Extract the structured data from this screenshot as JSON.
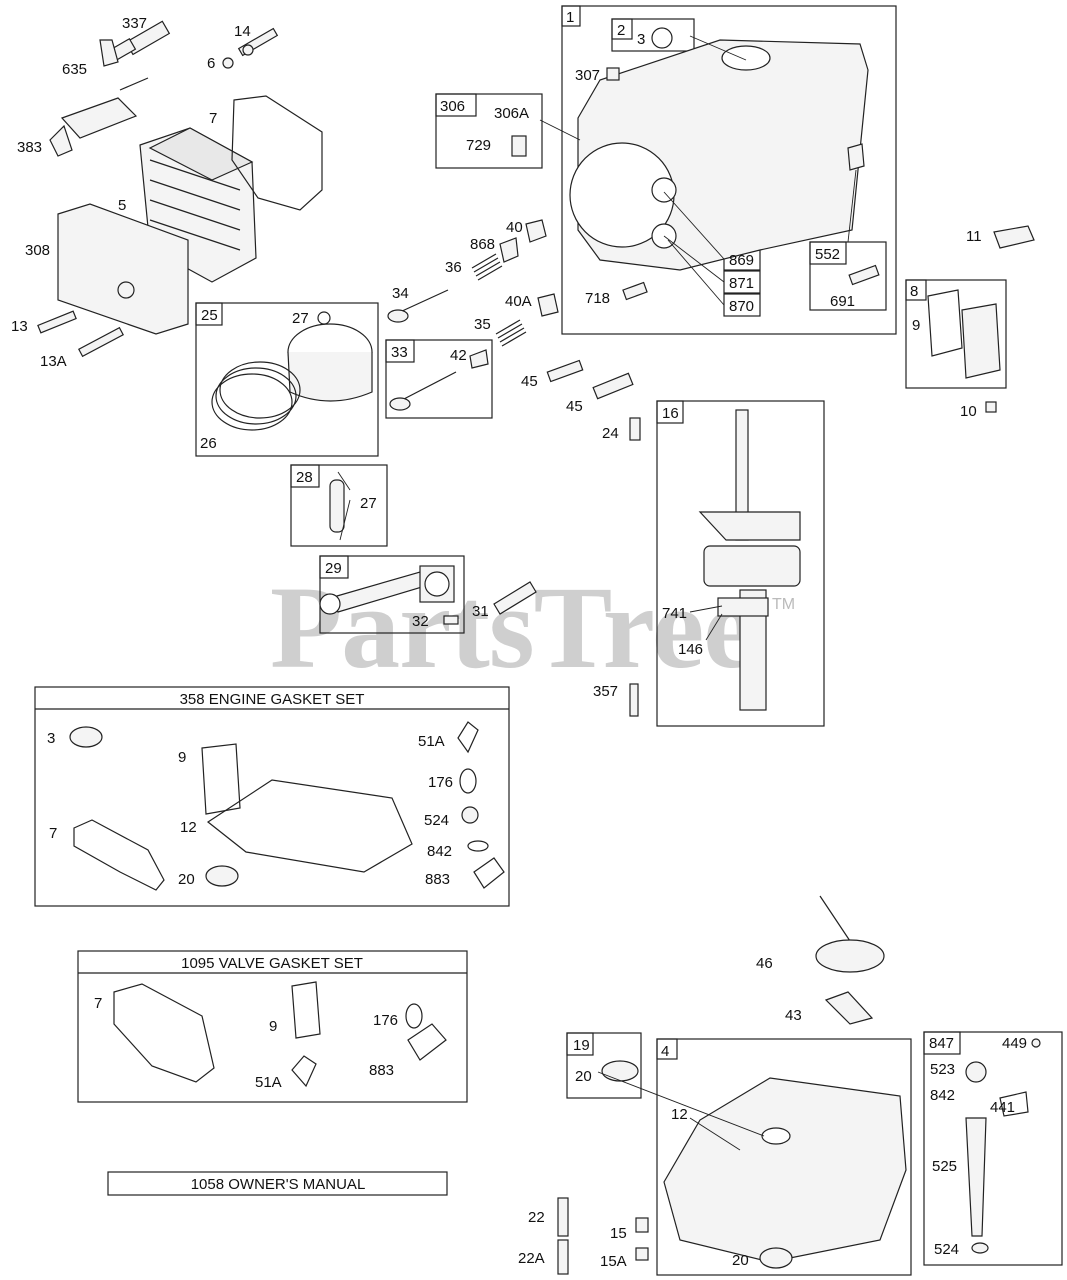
{
  "watermark": {
    "brand": "PartsTree",
    "mark": "TM"
  },
  "callouts": {
    "c1": "1",
    "c2": "2",
    "c3": "3",
    "c4": "4",
    "c5": "5",
    "c6": "6",
    "c7": "7",
    "c8": "8",
    "c9": "9",
    "c10": "10",
    "c11": "11",
    "c12": "12",
    "c13": "13",
    "c13A": "13A",
    "c14": "14",
    "c15": "15",
    "c15A": "15A",
    "c16": "16",
    "c19": "19",
    "c20": "20",
    "c22": "22",
    "c22A": "22A",
    "c24": "24",
    "c25": "25",
    "c26": "26",
    "c27": "27",
    "c28": "28",
    "c29": "29",
    "c31": "31",
    "c32": "32",
    "c33": "33",
    "c34": "34",
    "c35": "35",
    "c36": "36",
    "c40": "40",
    "c40A": "40A",
    "c42": "42",
    "c43": "43",
    "c45": "45",
    "c46": "46",
    "c51A": "51A",
    "c146": "146",
    "c176": "176",
    "c306": "306",
    "c306A": "306A",
    "c307": "307",
    "c308": "308",
    "c337": "337",
    "c357": "357",
    "c383": "383",
    "c441": "441",
    "c449": "449",
    "c523": "523",
    "c524": "524",
    "c525": "525",
    "c552": "552",
    "c635": "635",
    "c691": "691",
    "c718": "718",
    "c729": "729",
    "c741": "741",
    "c842": "842",
    "c847": "847",
    "c868": "868",
    "c869": "869",
    "c870": "870",
    "c871": "871",
    "c883": "883"
  },
  "kits": {
    "engine_gasket_set": "358 ENGINE  GASKET SET",
    "valve_gasket_set": "1095 VALVE GASKET SET",
    "owners_manual": "1058 OWNER'S  MANUAL"
  }
}
